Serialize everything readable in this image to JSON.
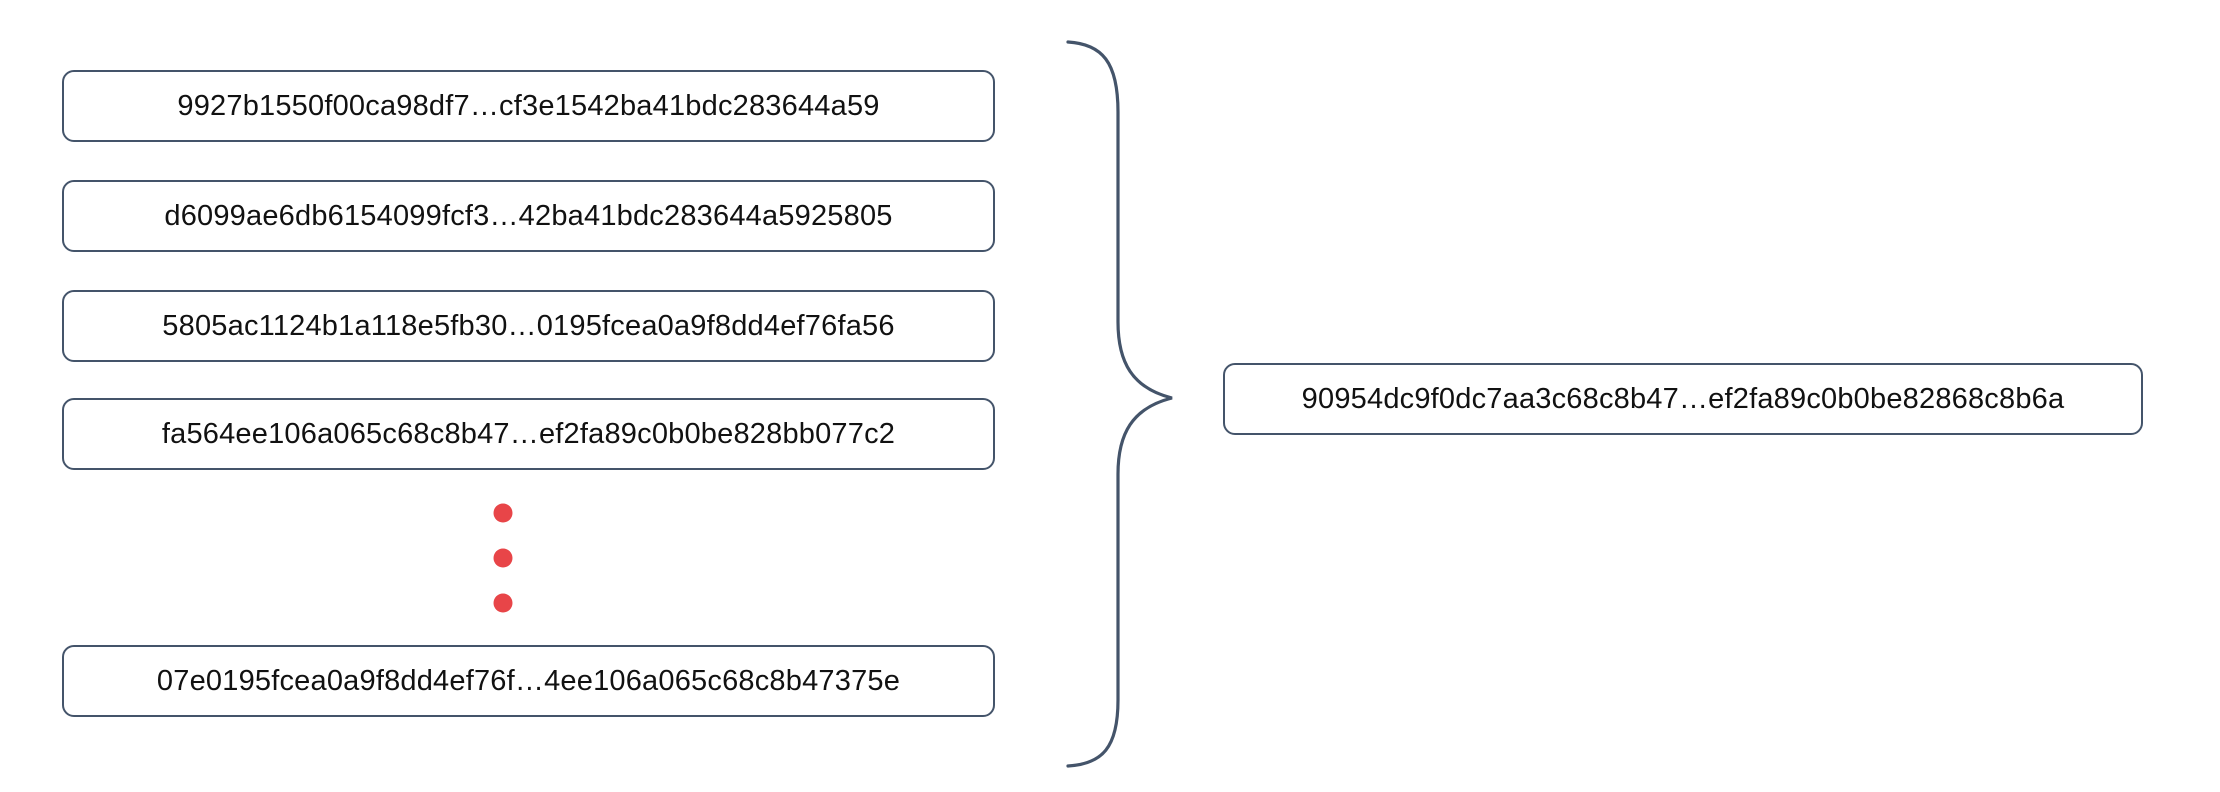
{
  "diagram": {
    "left_hashes": [
      "9927b1550f00ca98df7…cf3e1542ba41bdc283644a59",
      "d6099ae6db6154099fcf3…42ba41bdc283644a5925805",
      "5805ac1124b1a118e5fb30…0195fcea0a9f8dd4ef76fa56",
      "fa564ee106a065c68c8b47…ef2fa89c0b0be828bb077c2",
      "07e0195fcea0a9f8dd4ef76f…4ee106a065c68c8b47375e"
    ],
    "result_hash": "90954dc9f0dc7aa3c68c8b47…ef2fa89c0b0be82868c8b6a",
    "ellipsis_dot_count": 3,
    "colors": {
      "box_border": "#44546a",
      "brace": "#44546a",
      "ellipsis_dots": "#e84548",
      "text": "#111111",
      "background": "#ffffff"
    }
  }
}
